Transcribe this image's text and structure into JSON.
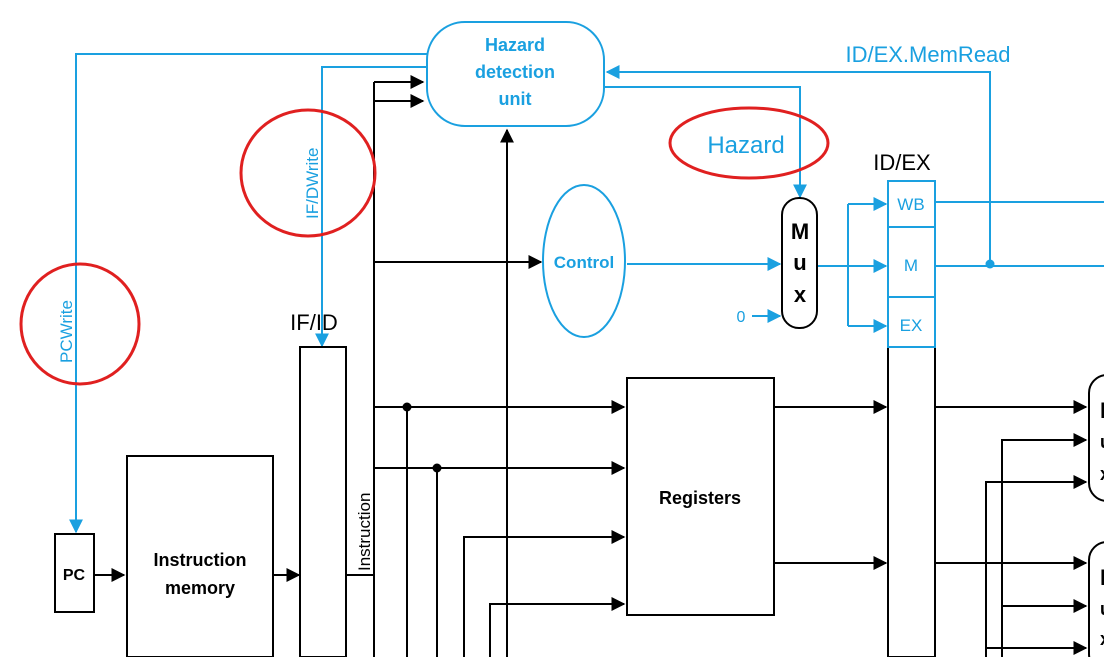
{
  "colors": {
    "blue": "#1aa0e0",
    "black": "#000000",
    "red": "#e02020",
    "pipeline_register_fill": "#ffffff"
  },
  "labels": {
    "hazard_unit": [
      "Hazard",
      "detection",
      "unit"
    ],
    "id_ex_memread": "ID/EX.MemRead",
    "hazard": "Hazard",
    "if_dwrite": "IF/DWrite",
    "pc_write": "PCWrite",
    "control": "Control",
    "mux": [
      "M",
      "u",
      "x"
    ],
    "zero": "0",
    "if_id": "IF/ID",
    "id_ex": "ID/EX",
    "wb": "WB",
    "m": "M",
    "ex": "EX",
    "instruction": "Instruction",
    "registers": "Registers",
    "pc": "PC",
    "instruction_memory": [
      "Instruction",
      "memory"
    ],
    "right_mux_top": [
      "M",
      "u",
      "x"
    ],
    "right_mux_bottom": [
      "M",
      "u",
      "x"
    ]
  },
  "icons": {
    "circle_highlight": "red-ellipse",
    "arrowhead": "arrow-icon"
  }
}
